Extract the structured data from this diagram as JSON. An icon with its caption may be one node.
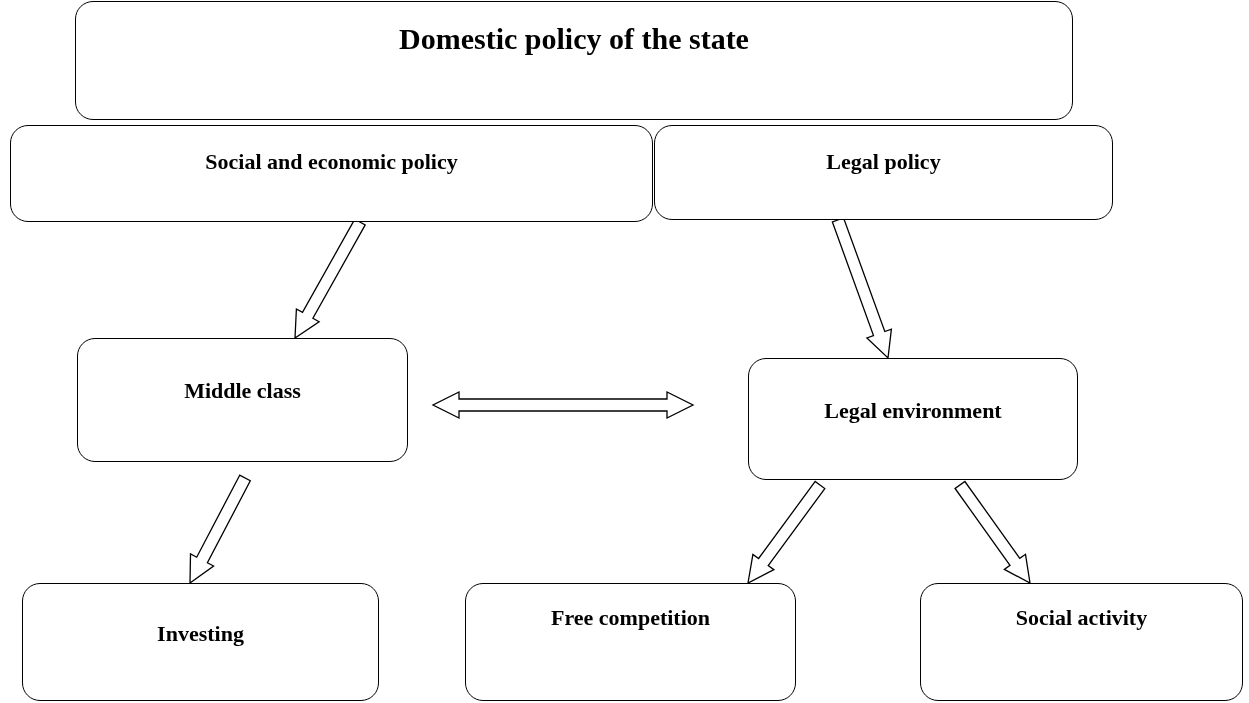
{
  "diagram": {
    "nodes": [
      {
        "text": [
          "Domestic policy of the state"
        ]
      },
      {
        "text": [
          "Social and economic policy"
        ]
      },
      {
        "text": [
          "Legal policy"
        ]
      },
      {
        "text": [
          "Middle class"
        ]
      },
      {
        "text": [
          "Legal environment"
        ]
      },
      {
        "text": [
          "Investing"
        ]
      },
      {
        "text": [
          "Free competition"
        ]
      },
      {
        "text": [
          "Social activity"
        ]
      }
    ],
    "edges": [
      {
        "from": 1,
        "to": 3,
        "arrow": "to"
      },
      {
        "from": 2,
        "to": 4,
        "arrow": "to"
      },
      {
        "from": 3,
        "to": 4,
        "arrow": "both"
      },
      {
        "from": 3,
        "to": 5,
        "arrow": "to"
      },
      {
        "from": 4,
        "to": 6,
        "arrow": "to"
      },
      {
        "from": 4,
        "to": 7,
        "arrow": "to"
      }
    ]
  }
}
